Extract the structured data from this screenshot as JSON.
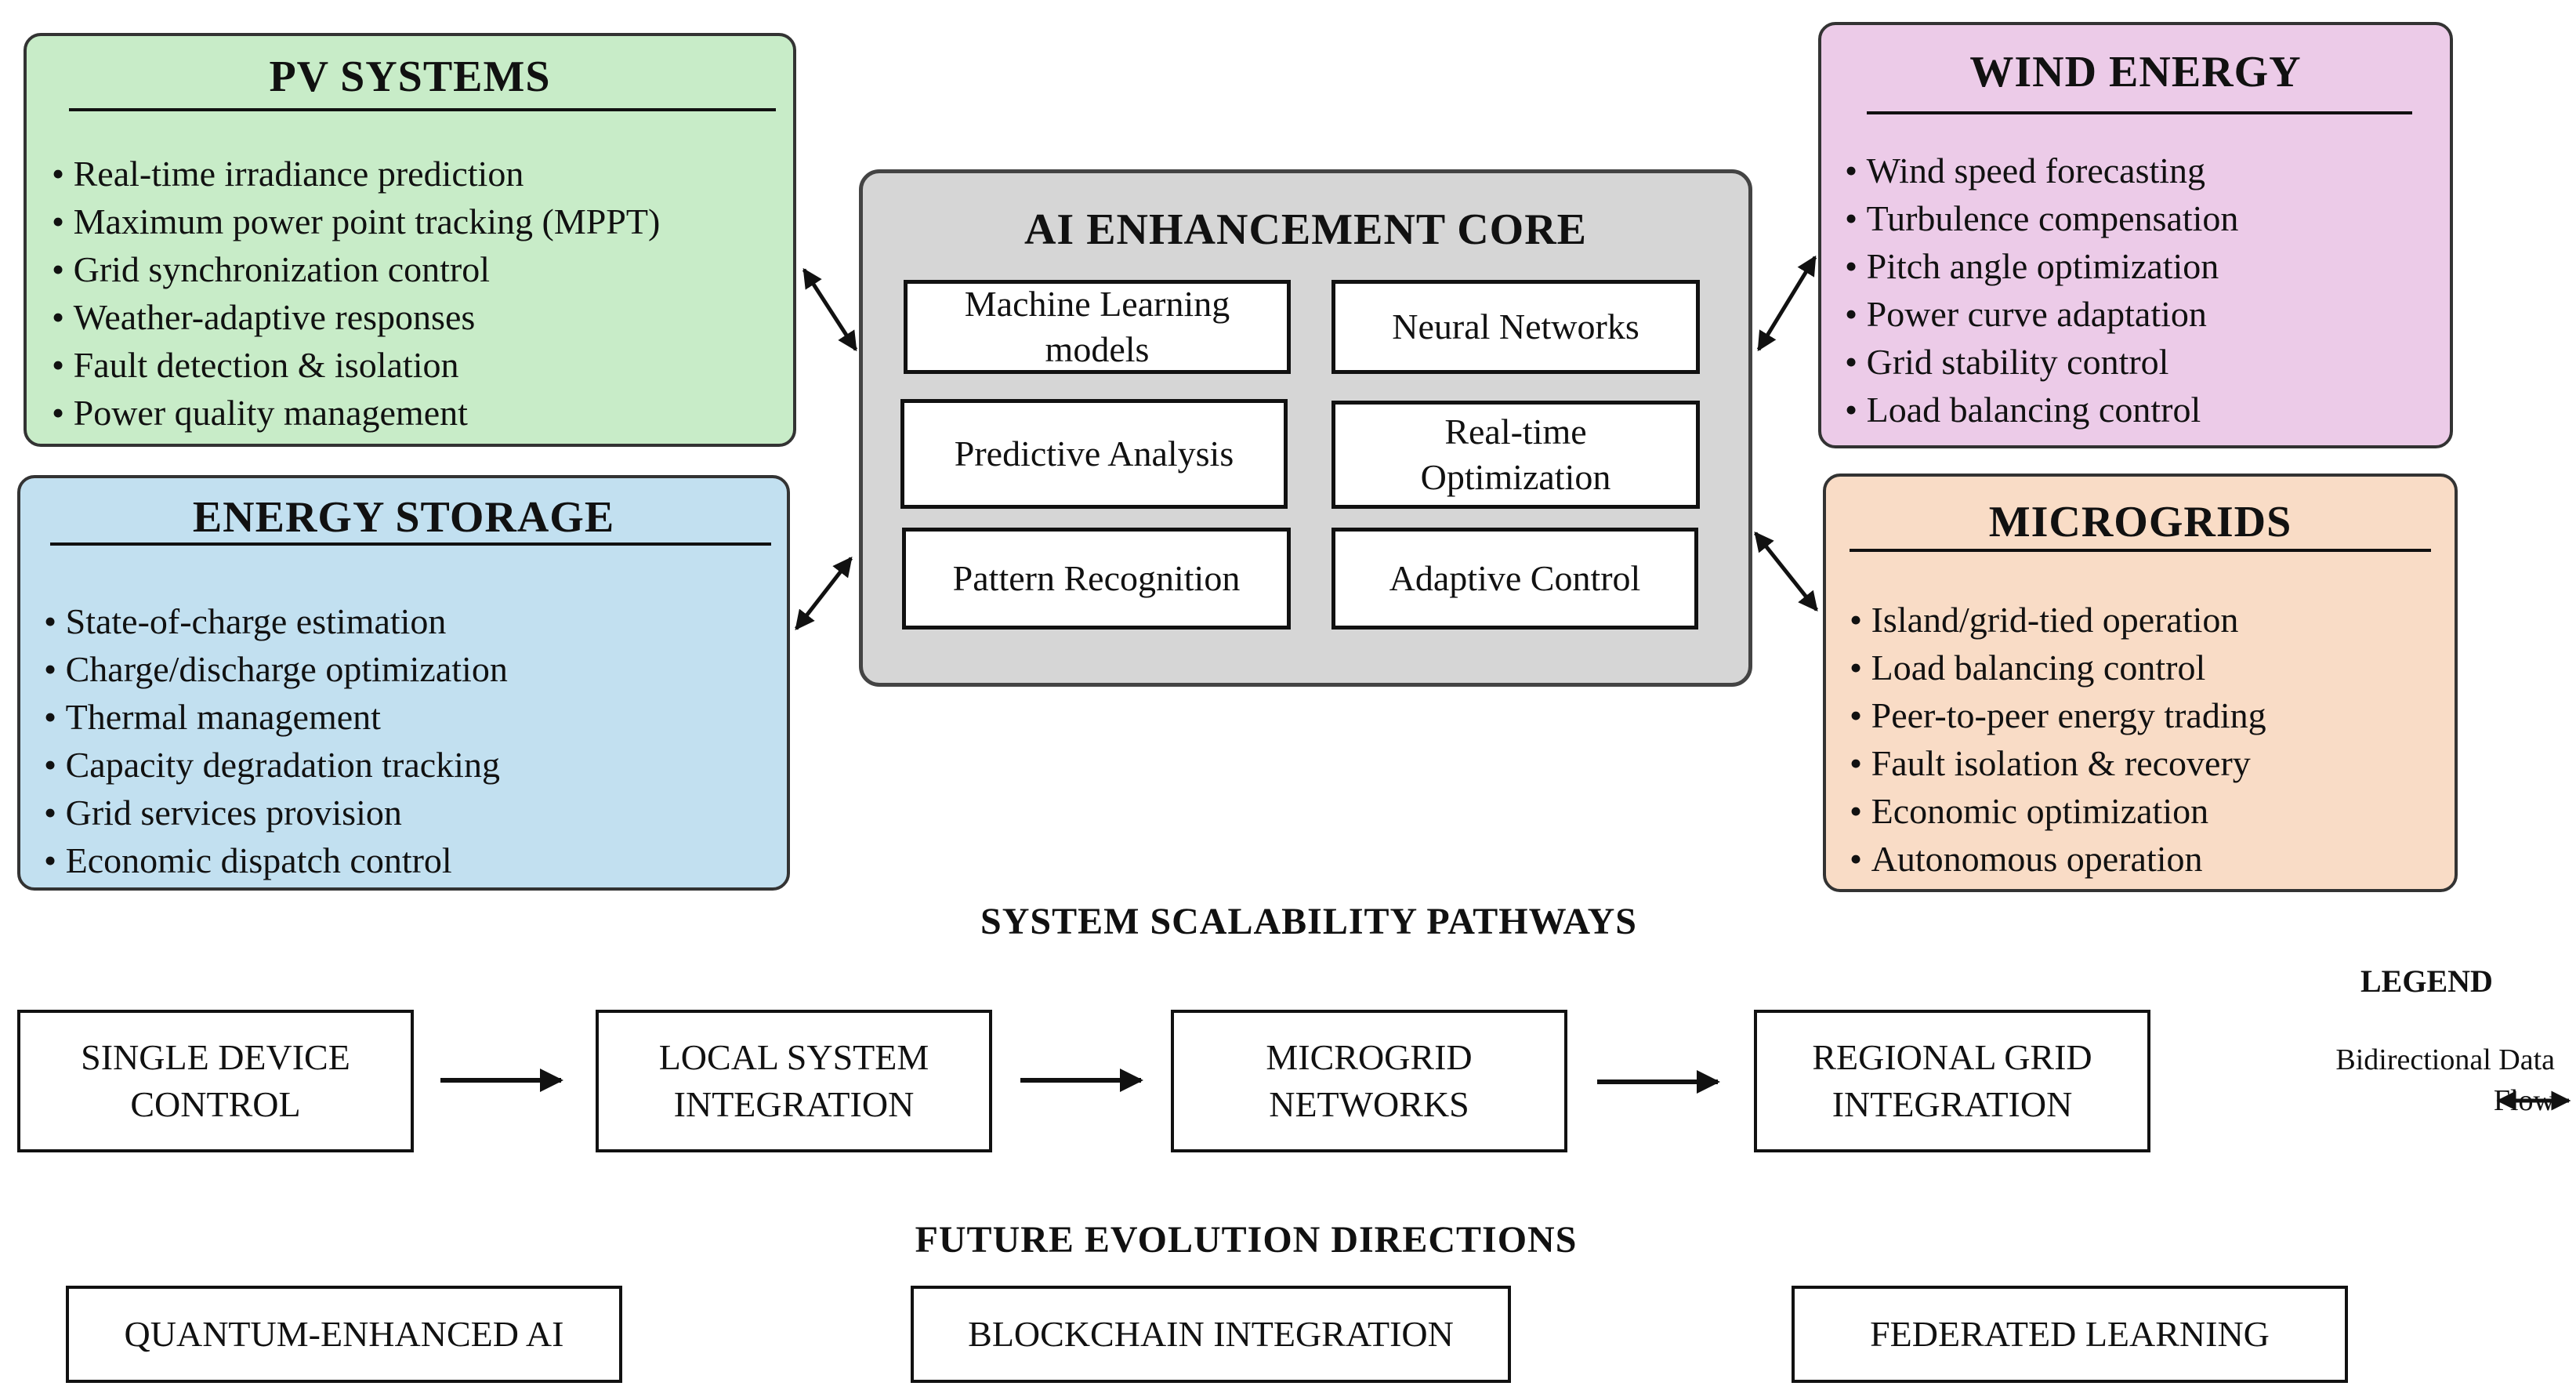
{
  "pv": {
    "title": "PV SYSTEMS",
    "items": [
      "Real-time irradiance prediction",
      "Maximum power point tracking (MPPT)",
      "Grid synchronization control",
      "Weather-adaptive responses",
      "Fault detection & isolation",
      "Power quality management"
    ],
    "color": "#c8ecc8"
  },
  "storage": {
    "title": "ENERGY STORAGE",
    "items": [
      "State-of-charge estimation",
      "Charge/discharge optimization",
      "Thermal management",
      "Capacity degradation tracking",
      "Grid services provision",
      "Economic dispatch control"
    ],
    "color": "#c2e0f0"
  },
  "wind": {
    "title": "WIND ENERGY",
    "items": [
      "Wind speed forecasting",
      "Turbulence compensation",
      "Pitch angle optimization",
      "Power curve adaptation",
      "Grid stability control",
      "Load balancing control"
    ],
    "color": "#eccbe8"
  },
  "microgrids": {
    "title": "MICROGRIDS",
    "items": [
      "Island/grid-tied operation",
      "Load balancing control",
      "Peer-to-peer energy trading",
      "Fault isolation & recovery",
      "Economic optimization",
      "Autonomous operation"
    ],
    "color": "#f9dcc6"
  },
  "core": {
    "title": "AI ENHANCEMENT CORE",
    "modules": [
      "Machine Learning models",
      "Neural Networks",
      "Predictive Analysis",
      "Real-time Optimization",
      "Pattern Recognition",
      "Adaptive Control"
    ],
    "color": "#d6d6d6"
  },
  "scalability": {
    "heading": "SYSTEM SCALABILITY PATHWAYS",
    "steps": [
      "SINGLE DEVICE\nCONTROL",
      "LOCAL SYSTEM\nINTEGRATION",
      "MICROGRID\nNETWORKS",
      "REGIONAL GRID\nINTEGRATION"
    ]
  },
  "legend": {
    "title": "LEGEND",
    "label": "Bidirectional Data\nFlow"
  },
  "future": {
    "heading": "FUTURE EVOLUTION DIRECTIONS",
    "items": [
      "QUANTUM-ENHANCED AI",
      "BLOCKCHAIN INTEGRATION",
      "FEDERATED LEARNING"
    ]
  }
}
